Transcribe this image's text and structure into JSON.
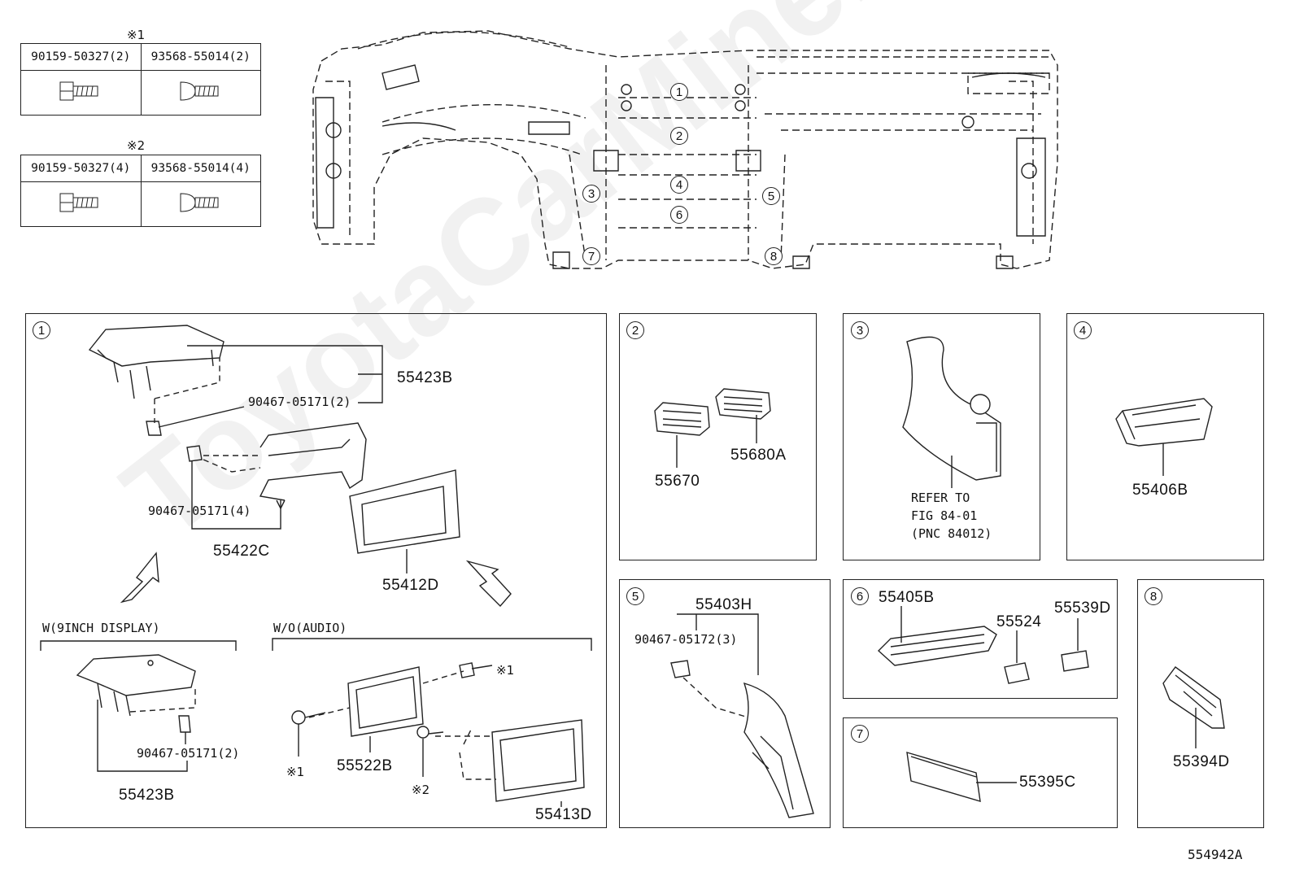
{
  "fastener_tables": [
    {
      "mark": "※1",
      "cols": [
        "90159-50327(2)",
        "93568-55014(2)"
      ]
    },
    {
      "mark": "※2",
      "cols": [
        "90159-50327(4)",
        "93568-55014(4)"
      ]
    }
  ],
  "overview_callouts": [
    "1",
    "2",
    "3",
    "4",
    "5",
    "6",
    "7",
    "8"
  ],
  "panel1": {
    "num": "1",
    "parts": {
      "p55423B_top": "55423B",
      "clip_top": "90467-05171(2)",
      "clip_mid": "90467-05171(4)",
      "p55422C": "55422C",
      "p55412D": "55412D",
      "w9": "W(9INCH DISPLAY)",
      "clip_w9": "90467-05171(2)",
      "p55423B_bottom": "55423B",
      "woaudio": "W/O(AUDIO)",
      "mark1a": "※1",
      "mark1b": "※1",
      "mark2": "※2",
      "p55522B": "55522B",
      "p55413D": "55413D"
    }
  },
  "panel2": {
    "num": "2",
    "a": "55670",
    "b": "55680A"
  },
  "panel3": {
    "num": "3",
    "refer": "REFER TO",
    "fig": "FIG 84-01",
    "pnc": "(PNC 84012)"
  },
  "panel4": {
    "num": "4",
    "part": "55406B"
  },
  "panel5": {
    "num": "5",
    "part": "55403H",
    "clip": "90467-05172(3)"
  },
  "panel6": {
    "num": "6",
    "a": "55405B",
    "b": "55524",
    "c": "55539D"
  },
  "panel7": {
    "num": "7",
    "part": "55395C"
  },
  "panel8": {
    "num": "8",
    "part": "55394D"
  },
  "figure_id": "554942A",
  "watermark": "ToyotaCarMiner.ru"
}
